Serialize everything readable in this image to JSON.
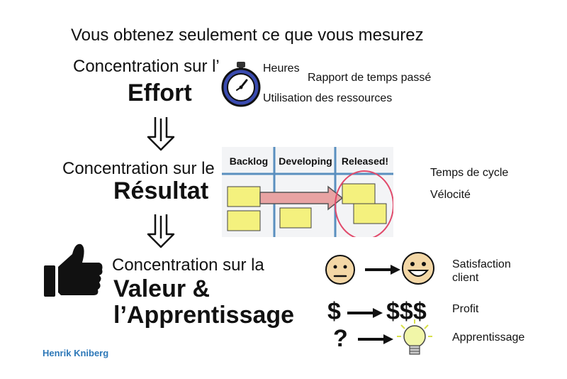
{
  "slide": {
    "title": "Vous obtenez seulement ce que vous mesurez",
    "effort": {
      "line1": "Concentration sur l’",
      "big": "Effort",
      "metrics": [
        "Heures",
        "Rapport de temps passé",
        "Utilisation des ressources"
      ]
    },
    "result": {
      "line1": "Concentration sur le",
      "big": "Résultat",
      "metrics": [
        "Temps de cycle",
        "Vélocité"
      ]
    },
    "value": {
      "line1": "Concentration sur la",
      "big1": "Valeur &",
      "big2": "l’Apprentissage",
      "outcomes": [
        "Satisfaction client",
        "Profit",
        "Apprentissage"
      ],
      "profit_from": "$",
      "profit_to": "$$$",
      "learning_from": "?"
    },
    "kanban": {
      "columns": [
        "Backlog",
        "Developing",
        "Released!"
      ]
    },
    "author": "Henrik Kniberg"
  },
  "colors": {
    "author": "#2d78b8",
    "sticky": "#f4f17e",
    "circle": "#e14a6b",
    "arrow_fill": "#e8a3a3",
    "board_line": "#5a8fbf"
  },
  "icons": [
    "stopwatch-icon",
    "double-down-arrow-icon",
    "thumbs-up-icon",
    "neutral-face-icon",
    "happy-face-icon",
    "right-arrow-icon",
    "lightbulb-icon"
  ]
}
